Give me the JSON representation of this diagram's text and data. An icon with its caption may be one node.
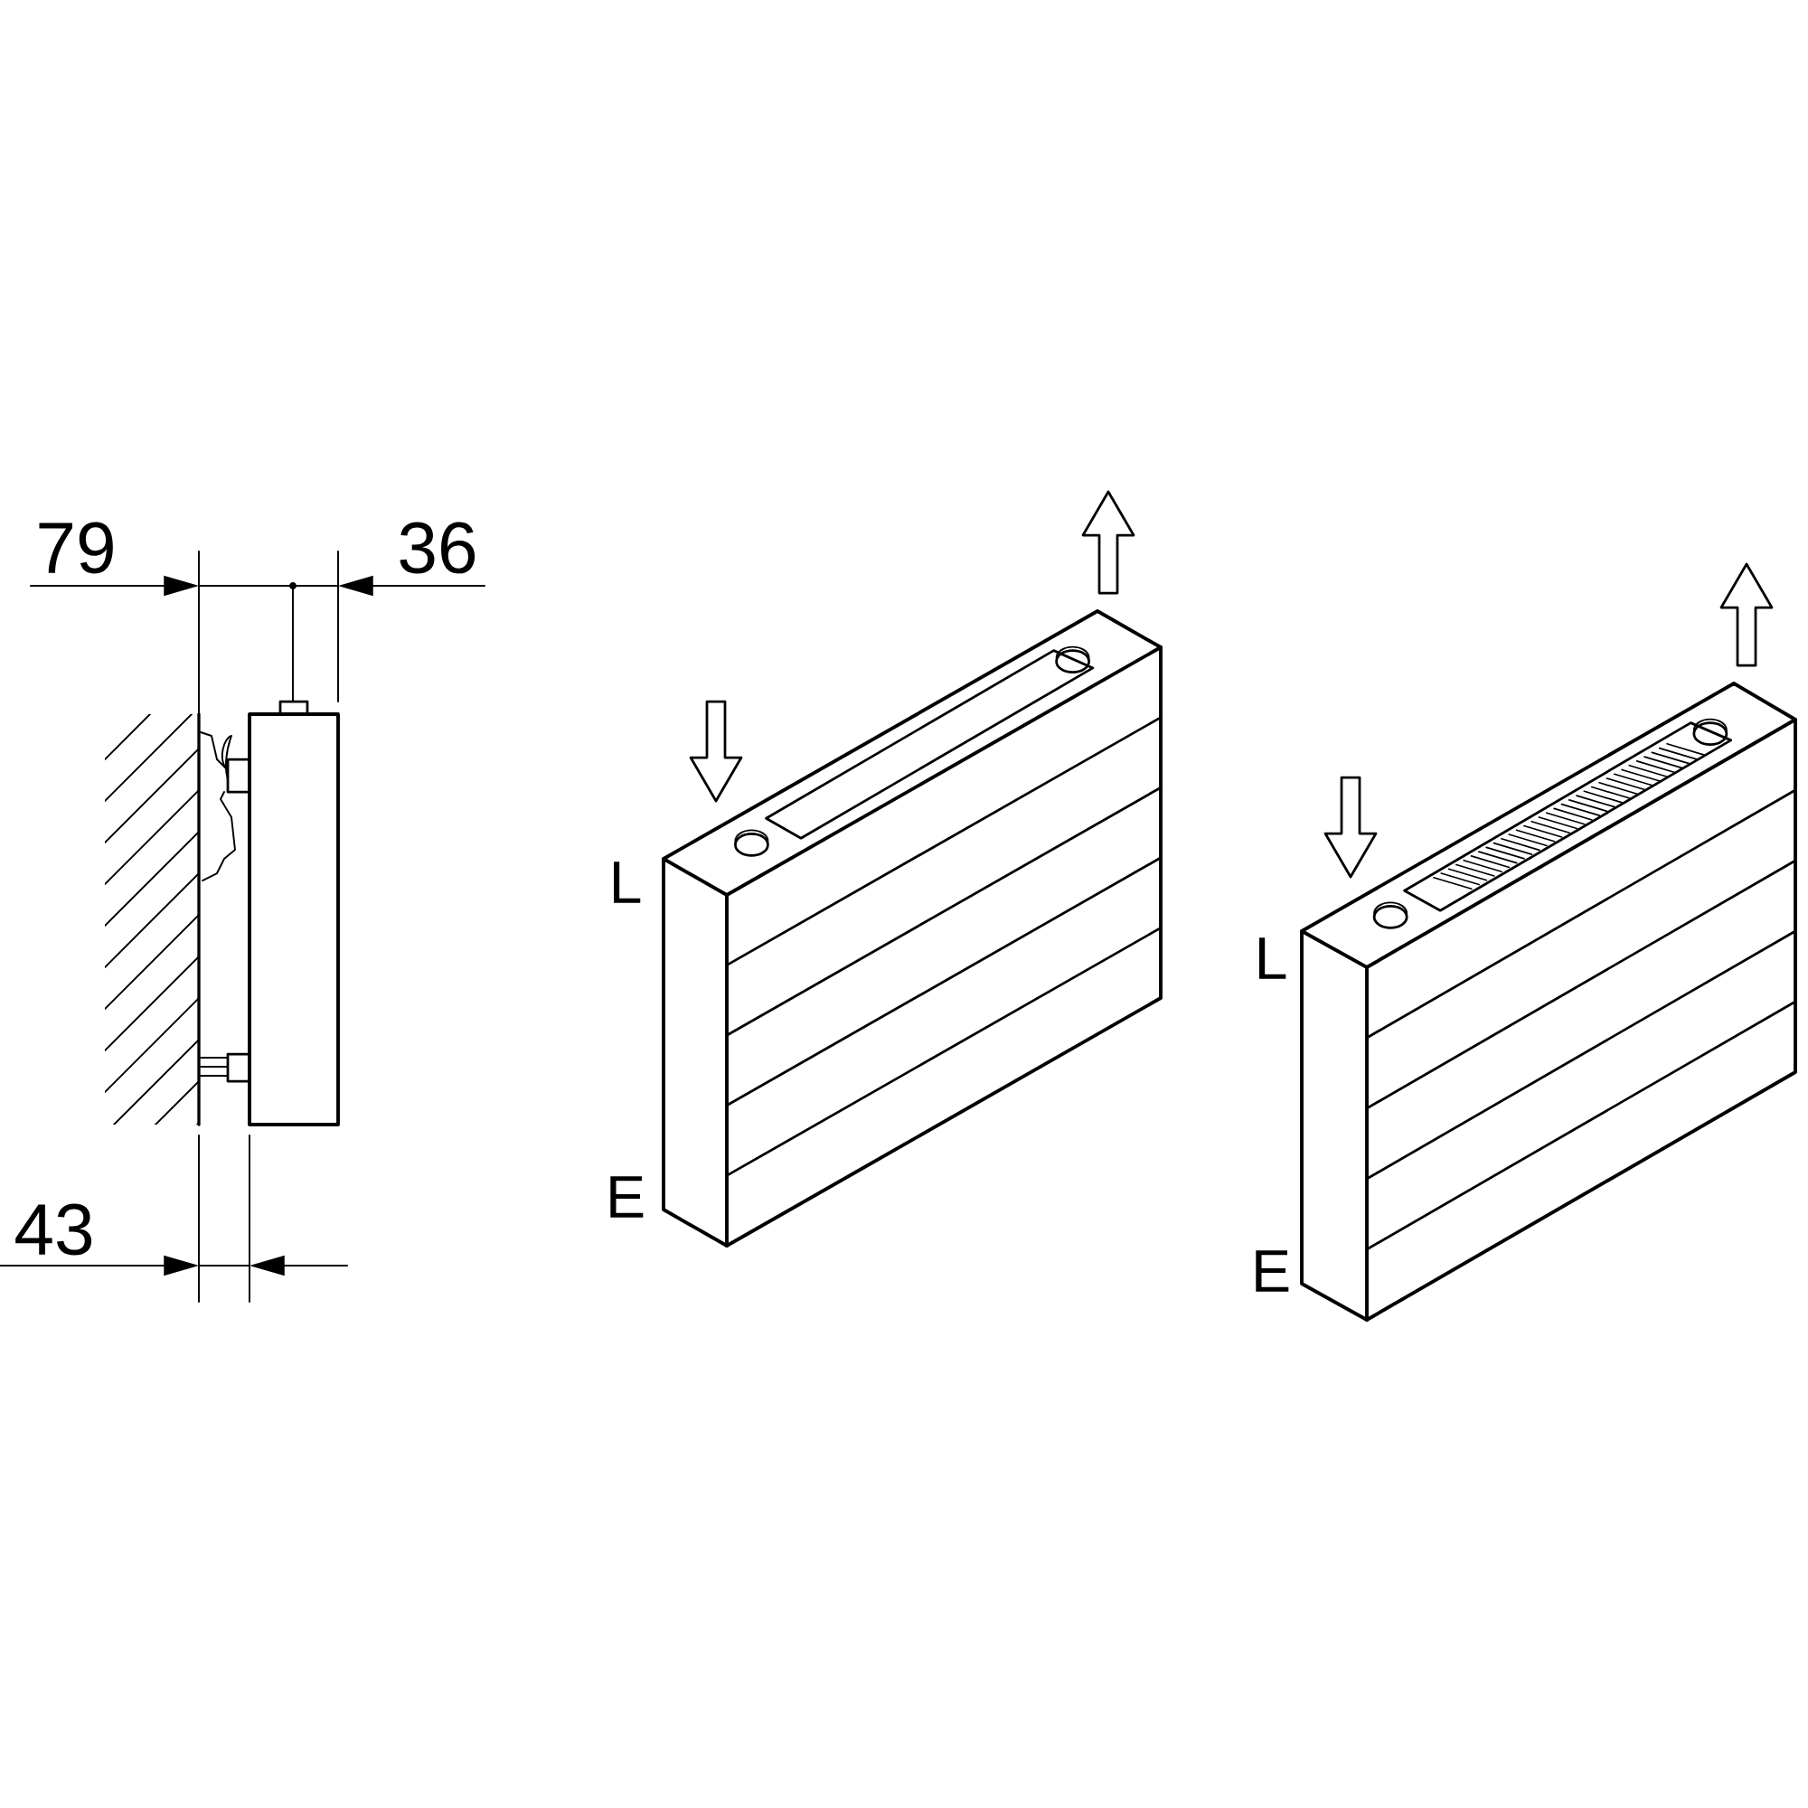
{
  "diagram": {
    "labels": [
      "79",
      "36",
      "43",
      "L",
      "E",
      "L",
      "E"
    ]
  }
}
